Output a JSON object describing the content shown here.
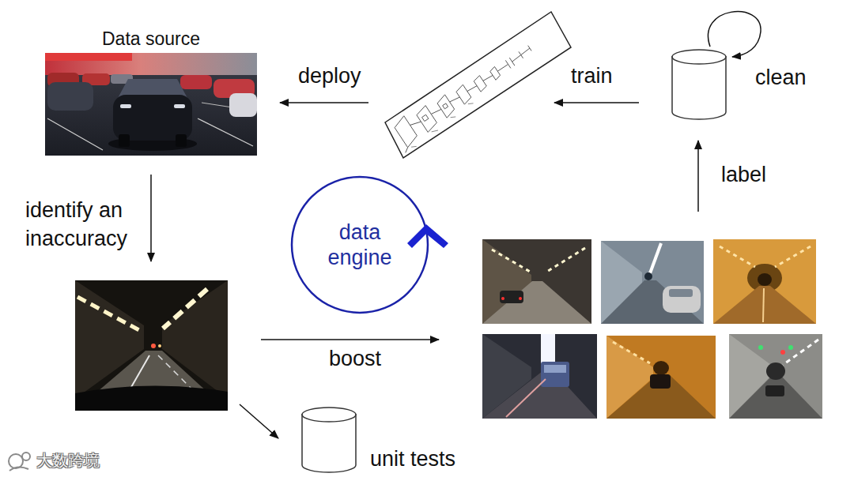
{
  "diagram": {
    "nodes": [
      {
        "text": [
          "Data source"
        ]
      },
      {
        "text": []
      },
      {
        "text": [
          "clean"
        ]
      },
      {
        "text": [
          "data engine"
        ]
      },
      {
        "text": []
      },
      {
        "text": []
      },
      {
        "text": [
          "unit tests"
        ]
      }
    ],
    "edges": [
      {
        "from": 2,
        "to": 1,
        "arrow": "to",
        "label": "train"
      },
      {
        "from": 1,
        "to": 0,
        "arrow": "to",
        "label": "deploy"
      },
      {
        "from": 0,
        "to": 4,
        "arrow": "to",
        "label": "identify an inaccuracy"
      },
      {
        "from": 4,
        "to": 5,
        "arrow": "to",
        "label": "boost"
      },
      {
        "from": 5,
        "to": 2,
        "arrow": "to",
        "label": "label"
      },
      {
        "from": 4,
        "to": 6,
        "arrow": "to"
      },
      {
        "from": 2,
        "to": 2,
        "arrow": "to"
      }
    ],
    "labels": [
      "大数跨境"
    ]
  }
}
